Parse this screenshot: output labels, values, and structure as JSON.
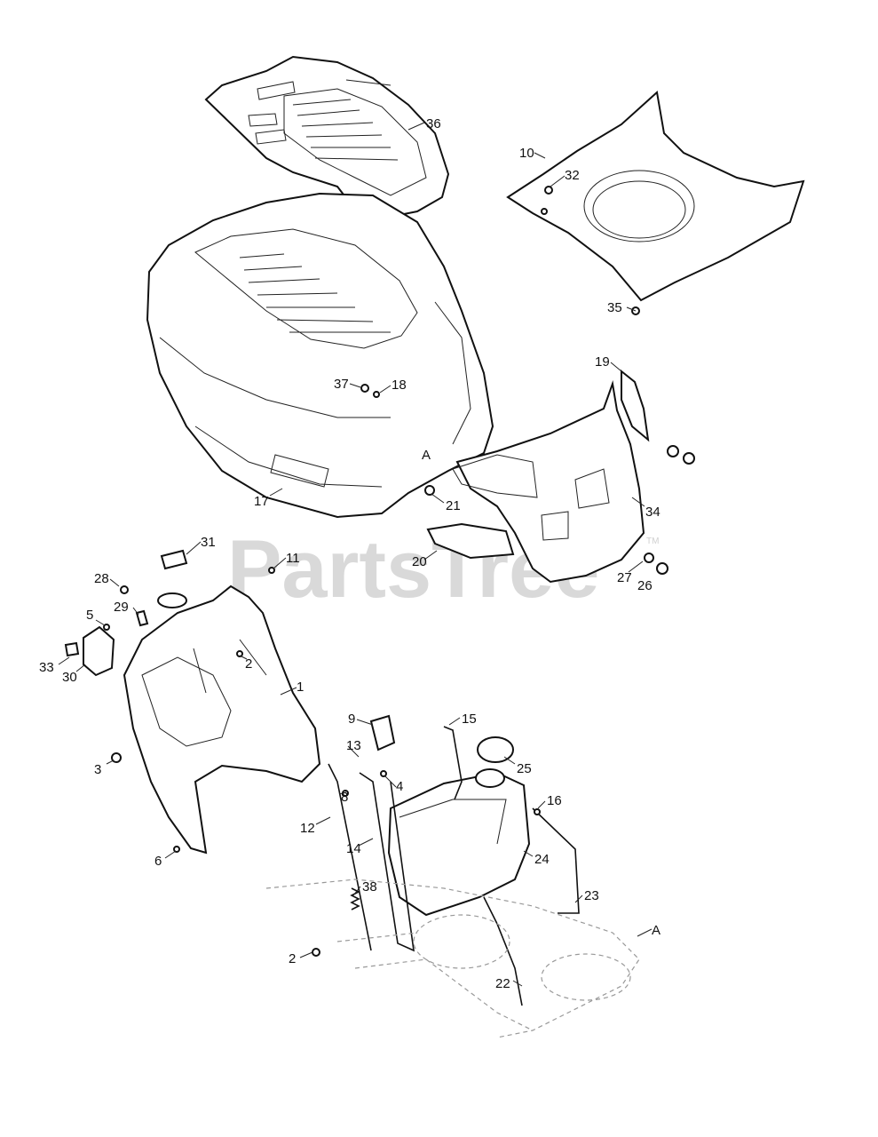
{
  "watermark": {
    "text": "PartsTree",
    "tm": "TM"
  },
  "callouts": [
    {
      "id": "c36",
      "text": "36"
    },
    {
      "id": "c10",
      "text": "10"
    },
    {
      "id": "c32",
      "text": "32"
    },
    {
      "id": "c35",
      "text": "35"
    },
    {
      "id": "c19",
      "text": "19"
    },
    {
      "id": "c37",
      "text": "37"
    },
    {
      "id": "c18",
      "text": "18"
    },
    {
      "id": "cA1",
      "text": "A"
    },
    {
      "id": "c17",
      "text": "17"
    },
    {
      "id": "c21",
      "text": "21"
    },
    {
      "id": "c34",
      "text": "34"
    },
    {
      "id": "c31",
      "text": "31"
    },
    {
      "id": "c11",
      "text": "11"
    },
    {
      "id": "c20",
      "text": "20"
    },
    {
      "id": "c27",
      "text": "27"
    },
    {
      "id": "c26",
      "text": "26"
    },
    {
      "id": "c28",
      "text": "28"
    },
    {
      "id": "c29",
      "text": "29"
    },
    {
      "id": "c5",
      "text": "5"
    },
    {
      "id": "c2a",
      "text": "2"
    },
    {
      "id": "c1",
      "text": "1"
    },
    {
      "id": "c33",
      "text": "33"
    },
    {
      "id": "c30",
      "text": "30"
    },
    {
      "id": "c9",
      "text": "9"
    },
    {
      "id": "c15",
      "text": "15"
    },
    {
      "id": "c13",
      "text": "13"
    },
    {
      "id": "c3",
      "text": "3"
    },
    {
      "id": "c8",
      "text": "8"
    },
    {
      "id": "c25",
      "text": "25"
    },
    {
      "id": "c4",
      "text": "4"
    },
    {
      "id": "c16",
      "text": "16"
    },
    {
      "id": "c12",
      "text": "12"
    },
    {
      "id": "c14",
      "text": "14"
    },
    {
      "id": "c6",
      "text": "6"
    },
    {
      "id": "c24",
      "text": "24"
    },
    {
      "id": "c38",
      "text": "38"
    },
    {
      "id": "c23",
      "text": "23"
    },
    {
      "id": "cA2",
      "text": "A"
    },
    {
      "id": "c2b",
      "text": "2"
    },
    {
      "id": "c22",
      "text": "22"
    }
  ]
}
